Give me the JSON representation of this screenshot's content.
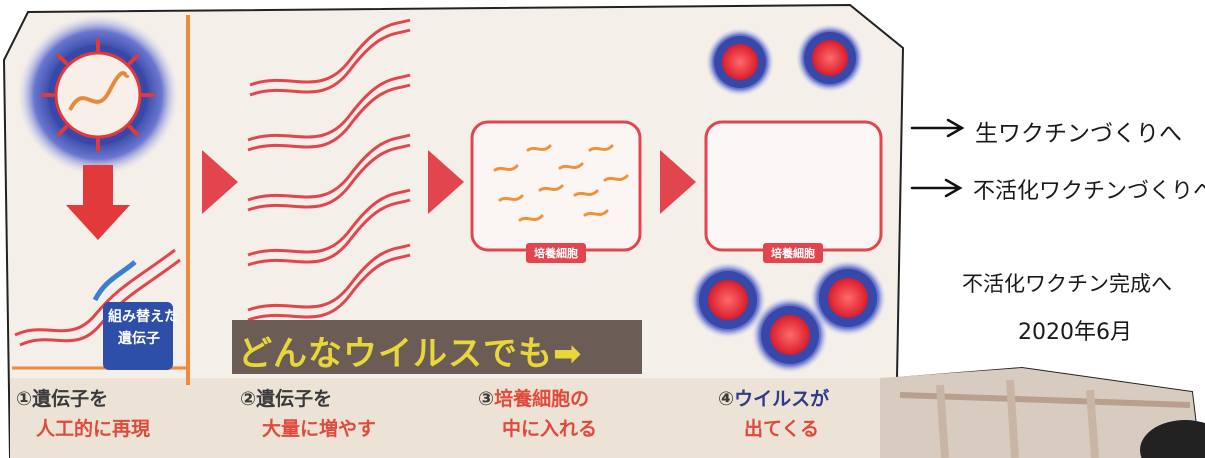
{
  "screen": {
    "badge_recombinant": [
      "組み替えた",
      "遺伝子"
    ],
    "banner": "どんなウイルスでも➡",
    "culture_label_1": "培養細胞",
    "culture_label_2": "培養細胞",
    "steps": [
      {
        "num": "①",
        "line1": "遺伝子を",
        "line2": "人工的に再現"
      },
      {
        "num": "②",
        "line1": "遺伝子を",
        "line2": "大量に増やす"
      },
      {
        "num": "③",
        "line1": "培養細胞の",
        "line2": "中に入れる"
      },
      {
        "num": "④",
        "line1": "ウイルスが",
        "line2": "出てくる"
      }
    ]
  },
  "notes": {
    "arrow_symbol": "→",
    "note1": "生ワクチンづくりへ",
    "note2": "不活化ワクチンづくりへ",
    "note3": "不活化ワクチン完成へ",
    "note4": "2020年6月"
  },
  "colors": {
    "screen_bg": "#f4eee8",
    "accent_red": "#e2454d",
    "virus_blue": "#3b4fb0",
    "dna_blue": "#3a7fd0",
    "banner_text": "#e8d63a",
    "step_red": "#e04a3a",
    "badge_blue": "#2e4fa8"
  }
}
